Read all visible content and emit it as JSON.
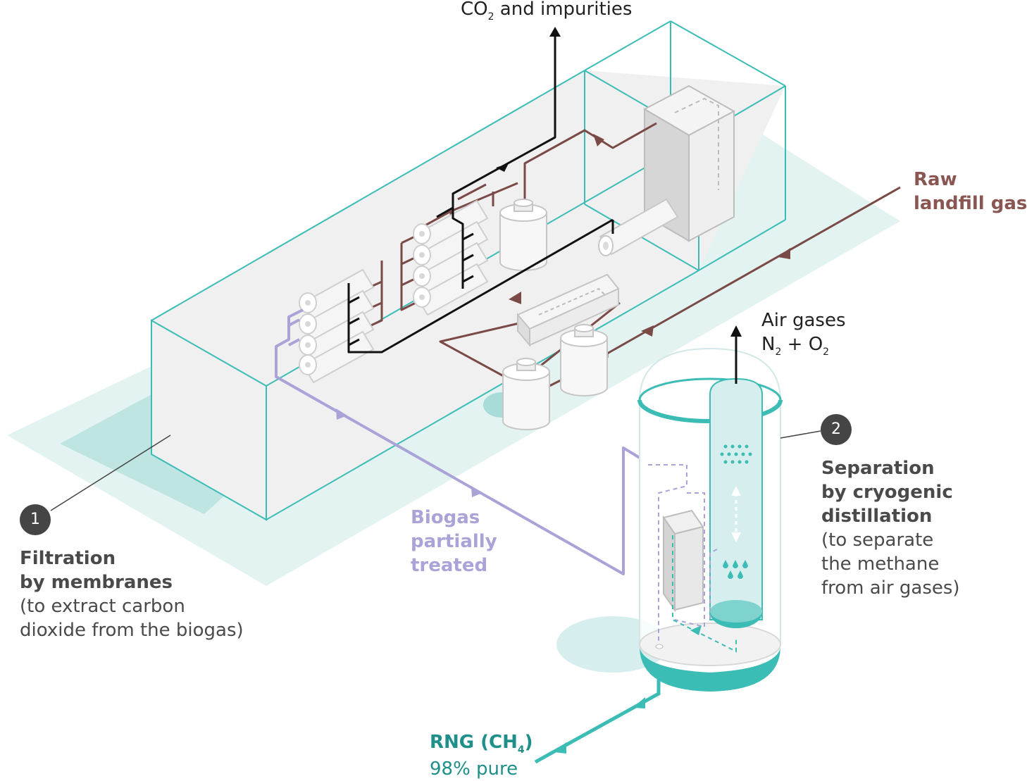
{
  "colors": {
    "teal": "#3bbcb5",
    "teal_light": "#d6efee",
    "raw_gas": "#7a4a46",
    "biogas": "#aaa3d8",
    "black_line": "#111111",
    "label_gray": "#4a4a4a",
    "badge": "#454545"
  },
  "top_output": {
    "main": "CO",
    "sub": "2",
    "rest": " and impurities"
  },
  "raw_gas": {
    "line1": "Raw",
    "line2": "landfill gas"
  },
  "air_gases": {
    "line1": "Air gases",
    "n": "N",
    "n_sub": "2",
    "plus": " + O",
    "o_sub": "2"
  },
  "step1": {
    "number": "1",
    "title1": "Filtration",
    "title2": "by membranes",
    "desc1": "(to extract carbon",
    "desc2": "dioxide from the biogas)"
  },
  "step2": {
    "number": "2",
    "title1": "Separation",
    "title2": "by cryogenic",
    "title3": "distillation",
    "desc1": "(to separate",
    "desc2": "the methane",
    "desc3": "from air gases)"
  },
  "biogas": {
    "line1": "Biogas",
    "line2": "partially",
    "line3": "treated"
  },
  "rng": {
    "prefix": "RNG (CH",
    "sub": "4",
    "suffix": ")",
    "line2": "98% pure"
  },
  "icons": [
    "membrane-module-icon",
    "storage-tank-icon",
    "heat-exchanger-icon",
    "cryogenic-column-icon",
    "arrow-up-icon"
  ]
}
